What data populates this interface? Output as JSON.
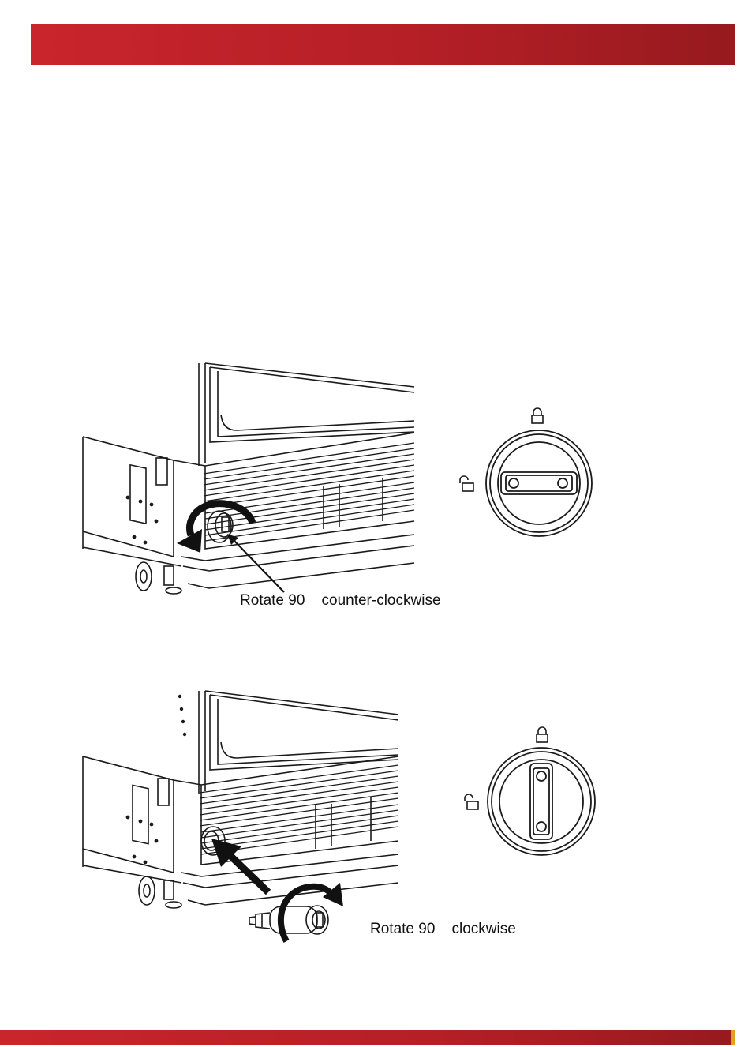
{
  "steps": [
    {
      "caption": "Rotate 90    counter-clockwise",
      "lock_state": "unlocked"
    },
    {
      "caption": "Rotate 90    clockwise",
      "lock_state": "locked"
    }
  ],
  "colors": {
    "header_band": "#c9252d",
    "header_band_dark": "#961a1e",
    "accent_tick": "#e0a21a",
    "line_art": "#1a1a1a"
  },
  "icons": [
    "padlock-closed-icon",
    "padlock-open-icon",
    "rotate-arrow-icon",
    "pointer-arrow-icon"
  ]
}
